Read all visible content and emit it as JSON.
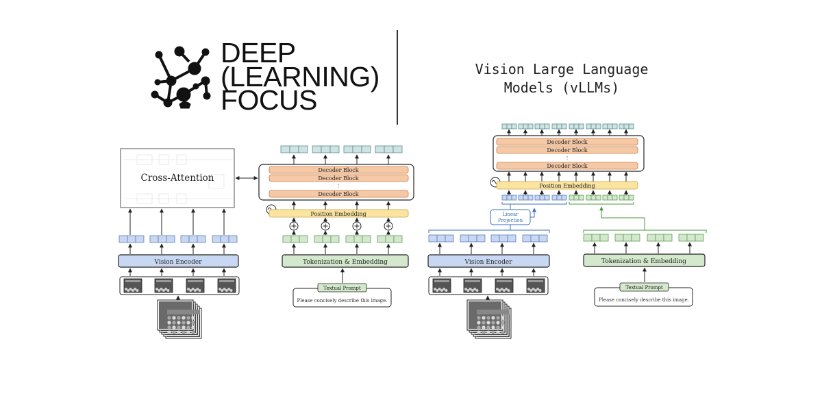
{
  "brand": {
    "line1": "DEEP",
    "line2": "(LEARNING)",
    "line3": "FOCUS"
  },
  "title": {
    "line1": "Vision Large Language",
    "line2": "Models (vLLMs)"
  },
  "left_diagram": {
    "cross_attention": "Cross-Attention",
    "decoder_blocks": [
      "Decoder Block",
      "Decoder Block",
      "Decoder Block"
    ],
    "ellipsis": "⋮",
    "position_embedding": "Position Embedding",
    "vision_encoder": "Vision Encoder",
    "tokenization": "Tokenization & Embedding",
    "textual_prompt_label": "Textual Prompt",
    "textual_prompt_text": "Please concisely describe this image.",
    "plus_symbol": "+"
  },
  "right_diagram": {
    "decoder_blocks": [
      "Decoder Block",
      "Decoder Block",
      "Decoder Block"
    ],
    "ellipsis": "⋮",
    "position_embedding": "Position Embedding",
    "linear_projection_line1": "Linear",
    "linear_projection_line2": "Projection",
    "vision_encoder": "Vision Encoder",
    "tokenization": "Tokenization & Embedding",
    "textual_prompt_label": "Textual Prompt",
    "textual_prompt_text": "Please concisely describe this image."
  },
  "colors": {
    "vision": "#c9d8f2",
    "vision_stroke": "#5a7ab8",
    "text_tok": "#d3e8cc",
    "text_stroke": "#5e9a55",
    "output_tok": "#cfe3e4",
    "output_stroke": "#5a8a8c",
    "decoder": "#f6c9a6",
    "decoder_stroke": "#c67b45",
    "position": "#fbe4a0",
    "position_stroke": "#c9a43c",
    "linear_projection_stroke": "#3b6fb6",
    "text_branch_stroke": "#4a9a3c"
  }
}
